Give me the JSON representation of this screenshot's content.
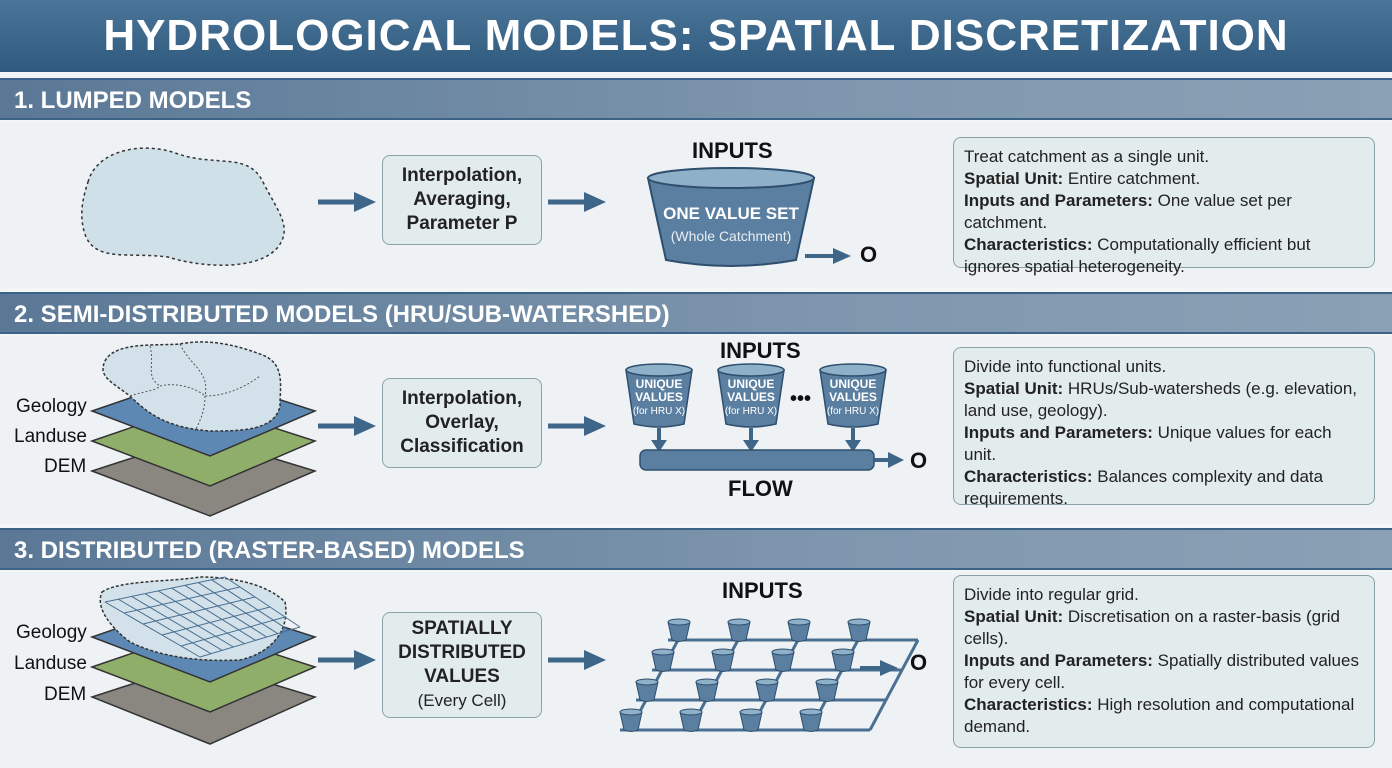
{
  "title": "HYDROLOGICAL MODELS: SPATIAL DISCRETIZATION",
  "colors": {
    "header": "#3a668a",
    "section": "#6f8ba5",
    "water": "#4a6f92",
    "box": "#e3ecec"
  },
  "sections": [
    {
      "heading": "1. LUMPED MODELS",
      "process": [
        "Interpolation,",
        "Averaging,",
        "Parameter P"
      ],
      "inputs_label": "INPUTS",
      "bucket_title": "ONE VALUE SET",
      "bucket_sub": "(Whole Catchment)",
      "output": "O",
      "desc": {
        "intro": "Treat catchment as a single unit.",
        "spatial_label": "Spatial Unit:",
        "spatial": " Entire catchment.",
        "inputs_label": "Inputs and Parameters:",
        "inputs": " One value set per catchment.",
        "char_label": "Characteristics:",
        "char": " Computationally efficient but ignores spatial heterogeneity."
      }
    },
    {
      "heading": "2. SEMI-DISTRIBUTED MODELS (HRU/SUB-WATERSHED)",
      "layers": [
        "Geology",
        "Landuse",
        "DEM"
      ],
      "process": [
        "Interpolation,",
        "Overlay,",
        "Classification"
      ],
      "inputs_label": "INPUTS",
      "bucket_title": [
        "UNIQUE",
        "VALUES"
      ],
      "bucket_subs": [
        "(for HRU X)",
        "(for HRU X)",
        "(for HRU X)"
      ],
      "ellipsis": "•••",
      "flow": "FLOW",
      "output": "O",
      "desc": {
        "intro": "Divide into functional units.",
        "spatial_label": "Spatial Unit:",
        "spatial": " HRUs/Sub-watersheds (e.g. elevation, land use, geology).",
        "inputs_label": "Inputs and Parameters:",
        "inputs": " Unique values for each unit.",
        "char_label": "Characteristics:",
        "char": " Balances complexity and data requirements."
      }
    },
    {
      "heading": "3. DISTRIBUTED (RASTER-BASED) MODELS",
      "layers": [
        "Geology",
        "Landuse",
        "DEM"
      ],
      "process": [
        "SPATIALLY",
        "DISTRIBUTED",
        "VALUES"
      ],
      "process_sub": "(Every Cell)",
      "inputs_label": "INPUTS",
      "output": "O",
      "desc": {
        "intro": "Divide into regular grid.",
        "spatial_label": "Spatial Unit:",
        "spatial": " Discretisation on a raster-basis (grid cells).",
        "inputs_label": "Inputs and Parameters:",
        "inputs": " Spatially distributed values for every cell.",
        "char_label": "Characteristics:",
        "char": " High resolution and computational demand."
      }
    }
  ]
}
